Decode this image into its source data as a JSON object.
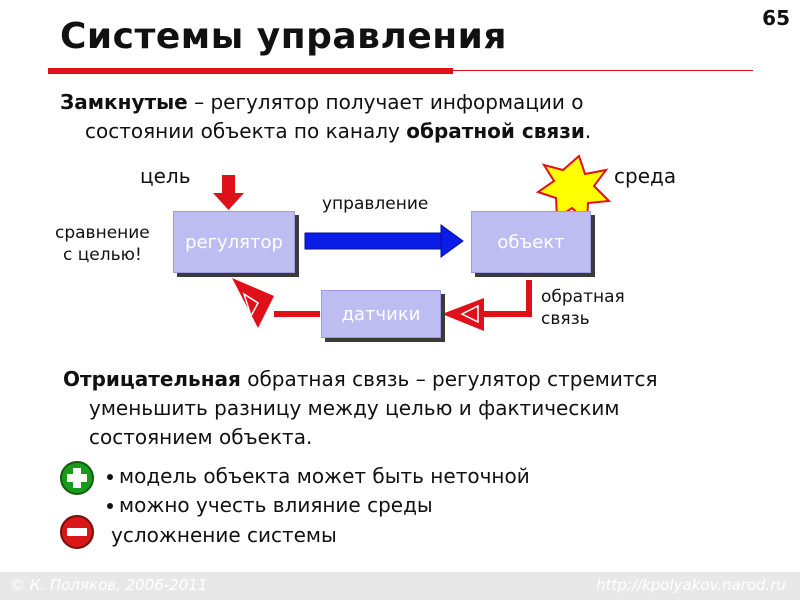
{
  "page_number": "65",
  "title": "Системы управления",
  "intro": {
    "term": "Замкнутые",
    "text1": " – регулятор получает информации о",
    "text2": "состоянии объекта по каналу ",
    "bold_tail": "обратной связи",
    "end": "."
  },
  "diagram": {
    "goal_label": "цель",
    "environment_label": "среда",
    "control_label": "управление",
    "comparison_line1": "сравнение",
    "comparison_line2": "с целью!",
    "regulator_label": "регулятор",
    "object_label": "объект",
    "sensors_label": "датчики",
    "feedback_line1": "обратная",
    "feedback_line2": "связь"
  },
  "negative": {
    "term": "Отрицательная",
    "text1": " обратная связь – регулятор стремится",
    "text2": "уменьшить разницу между целью и фактическим",
    "text3": "состоянием объекта."
  },
  "pros": [
    "модель объекта может быть неточной",
    "можно учесть влияние среды"
  ],
  "cons": "усложнение системы",
  "footer": {
    "left": "© К. Поляков, 2006-2011",
    "right": "http://kpolyakov.narod.ru"
  },
  "colors": {
    "accent_red": "#e0101a",
    "box_fill": "#bdbdf2",
    "control_arrow": "#0a1ce8",
    "plus_green": "#1a9a1a",
    "minus_red": "#d81818",
    "burst_yellow": "#ffff00"
  },
  "icons": {
    "goal": "down-arrow-icon",
    "environment": "starburst-icon",
    "pros": "plus-circle-icon",
    "cons": "minus-circle-icon"
  }
}
